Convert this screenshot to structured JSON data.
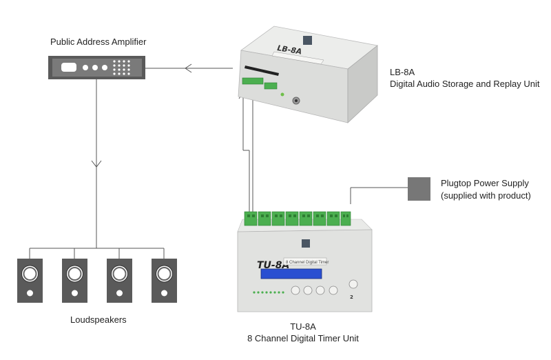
{
  "labels": {
    "amplifier": "Public Address Amplifier",
    "lb8a_model": "LB-8A",
    "lb8a_desc": "Digital Audio Storage and Replay Unit",
    "power_line1": "Plugtop Power Supply",
    "power_line2": "(supplied with product)",
    "loudspeakers": "Loudspeakers",
    "tu8a_model": "TU-8A",
    "tu8a_desc": "8 Channel Digital Timer Unit"
  },
  "device_print": {
    "lb8a_face": "LB-8A",
    "tu8a_face": "TU-8A",
    "tu8a_sub": "8 Channel Digital Timer"
  },
  "colors": {
    "line": "#555555",
    "device_body": "#e4e5e3",
    "terminal_green": "#4caf50",
    "lcd_blue": "#2a4fd1",
    "block_dark": "#777777"
  }
}
